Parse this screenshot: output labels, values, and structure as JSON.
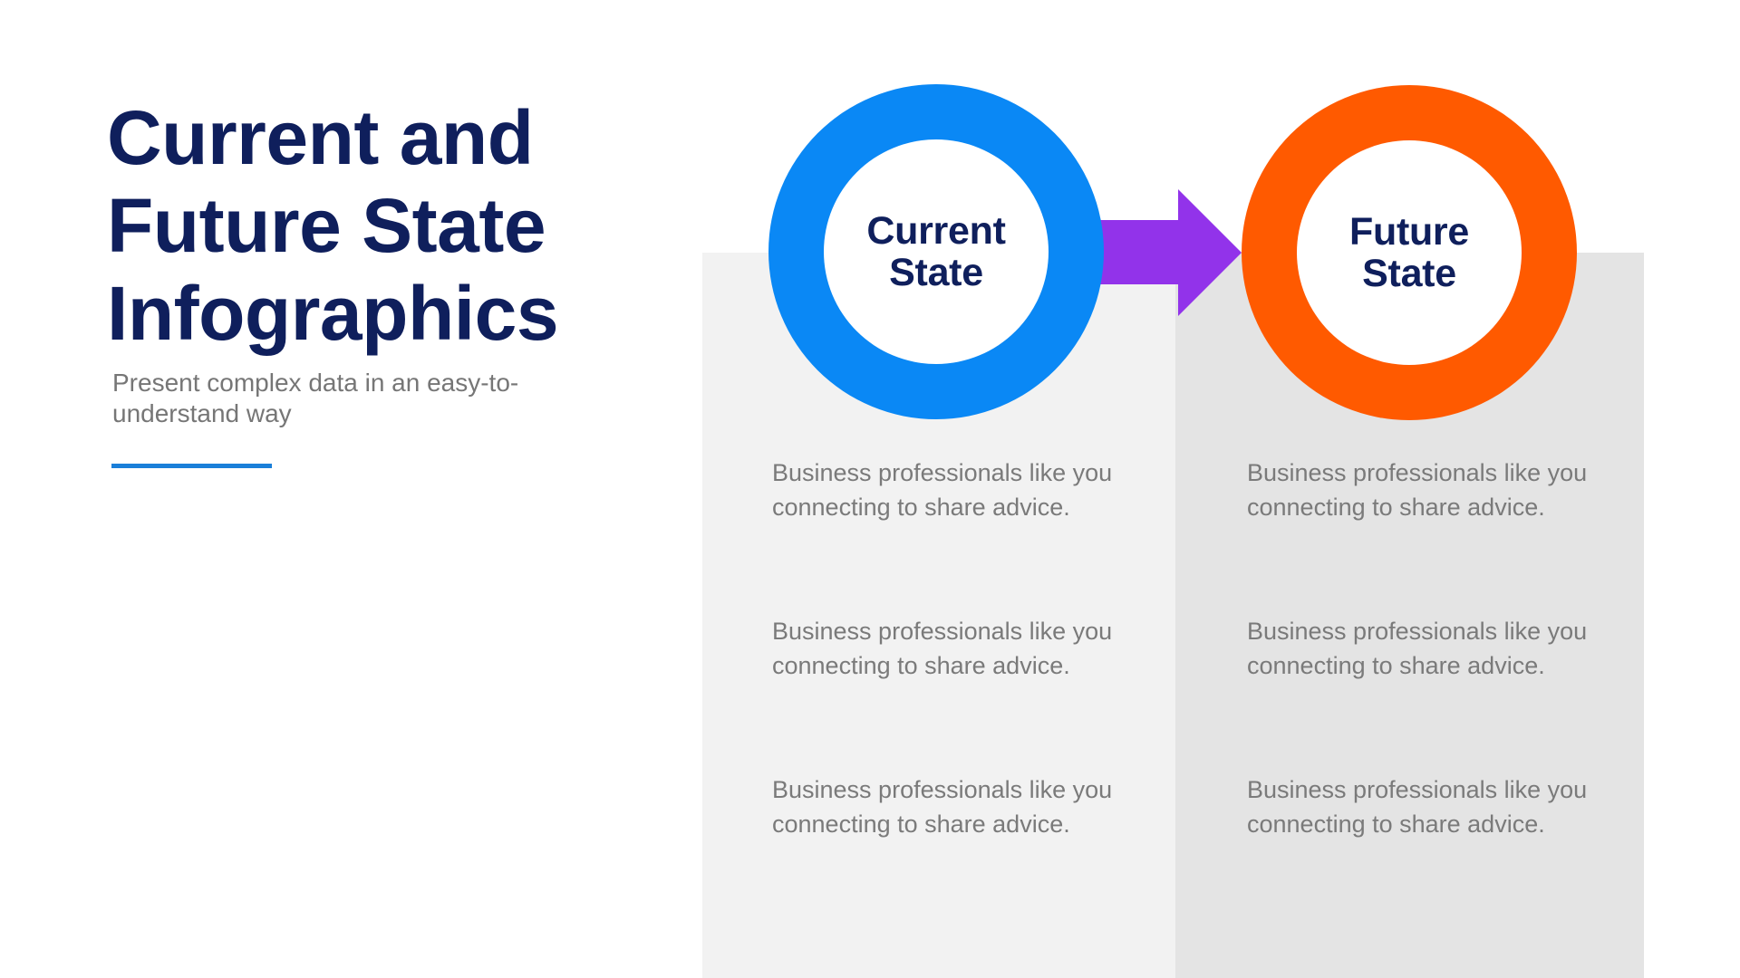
{
  "slide": {
    "title": "Current and Future State Infographics",
    "subtitle": "Present complex data in an easy-to-understand way",
    "colors": {
      "title": "#0f1f5c",
      "accent_line": "#1a7fd9",
      "current_ring": "#0a88f5",
      "future_ring": "#ff5a00",
      "arrow": "#9233ea",
      "panel_left": "#f2f2f2",
      "panel_right": "#e4e4e4",
      "body_text": "#7a7a7a"
    }
  },
  "current": {
    "label": "Current State",
    "items": [
      "Business professionals like you connecting to share advice.",
      "Business professionals like you connecting to share advice.",
      "Business professionals like you connecting to share advice."
    ]
  },
  "future": {
    "label": "Future State",
    "items": [
      "Business professionals like you connecting to share advice.",
      "Business professionals like you connecting to share advice.",
      "Business professionals like you connecting to share advice."
    ]
  },
  "arrow": {
    "icon": "arrow-right-icon"
  }
}
